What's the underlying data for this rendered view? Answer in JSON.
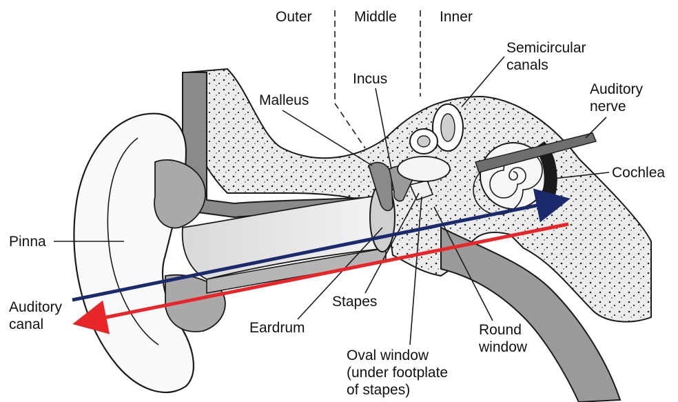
{
  "regions": {
    "outer": "Outer",
    "middle": "Middle",
    "inner": "Inner"
  },
  "labels": {
    "semicircular_canals": "Semicircular\ncanals",
    "incus": "Incus",
    "malleus": "Malleus",
    "auditory_nerve": "Auditory\nnerve",
    "cochlea": "Cochlea",
    "pinna": "Pinna",
    "auditory_canal": "Auditory\ncanal",
    "stapes": "Stapes",
    "eardrum": "Eardrum",
    "round_window": "Round\nwindow",
    "oval_window": "Oval window\n(under footplate\nof stapes)"
  },
  "arrows": [
    {
      "direction": "inward",
      "color": "#1a2a6c"
    },
    {
      "direction": "outward",
      "color": "#e8262a"
    }
  ],
  "colors": {
    "bone": "#e7e7e7",
    "tissue_dark": "#8a8a8a",
    "tissue_mid": "#b5b5b5",
    "outline": "#1a1a1a"
  }
}
